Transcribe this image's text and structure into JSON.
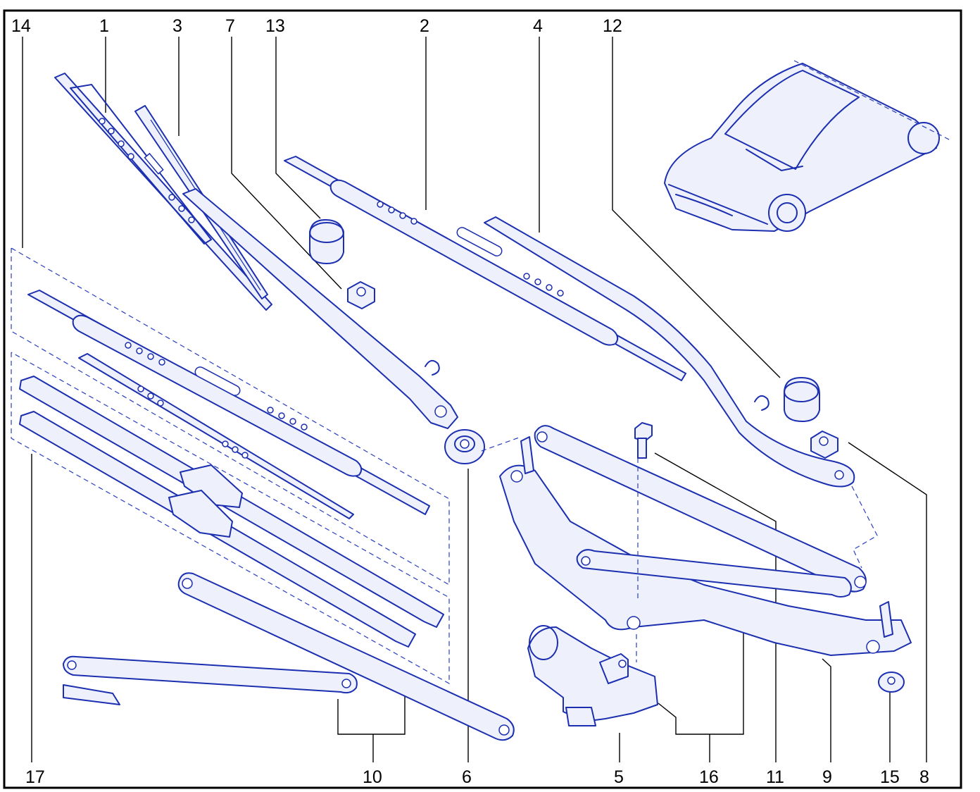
{
  "diagram": {
    "callouts": [
      {
        "id": "14",
        "label": "14"
      },
      {
        "id": "1",
        "label": "1"
      },
      {
        "id": "3",
        "label": "3"
      },
      {
        "id": "7",
        "label": "7"
      },
      {
        "id": "13",
        "label": "13"
      },
      {
        "id": "2",
        "label": "2"
      },
      {
        "id": "4",
        "label": "4"
      },
      {
        "id": "12",
        "label": "12"
      },
      {
        "id": "17",
        "label": "17"
      },
      {
        "id": "10",
        "label": "10"
      },
      {
        "id": "6",
        "label": "6"
      },
      {
        "id": "5",
        "label": "5"
      },
      {
        "id": "16",
        "label": "16"
      },
      {
        "id": "11",
        "label": "11"
      },
      {
        "id": "9",
        "label": "9"
      },
      {
        "id": "15",
        "label": "15"
      },
      {
        "id": "8",
        "label": "8"
      }
    ],
    "colors": {
      "line_art": "#1b2fb0",
      "fill": "#eef1fb",
      "labels": "#000000",
      "border": "#000000"
    }
  }
}
